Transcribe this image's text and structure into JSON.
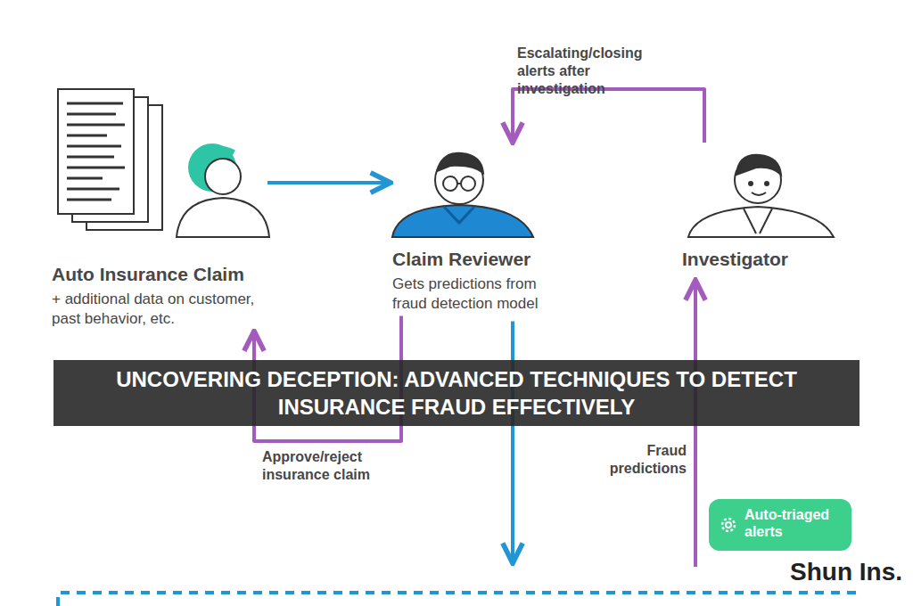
{
  "diagram": {
    "title": "UNCOVERING DECEPTION: ADVANCED TECHNIQUES TO DETECT INSURANCE FRAUD EFFECTIVELY",
    "nodes": [
      {
        "text": [
          "Auto Insurance Claim",
          "+ additional data on customer, past behavior, etc."
        ]
      },
      {
        "text": [
          "Claim Reviewer",
          "Gets predictions from fraud detection model"
        ]
      },
      {
        "text": [
          "Investigator"
        ]
      },
      {
        "text": [
          "Auto-triaged alerts"
        ]
      }
    ],
    "edges": [
      {
        "from": 0,
        "to": 1,
        "arrow": "to"
      },
      {
        "from": 2,
        "to": 1,
        "label": "Escalating/closing alerts after investigation",
        "arrow": "to"
      },
      {
        "from": 1,
        "to": 0,
        "label": "Approve/reject insurance claim",
        "arrow": "to"
      }
    ],
    "labels": [
      "Fraud predictions",
      "Shun Ins."
    ]
  }
}
